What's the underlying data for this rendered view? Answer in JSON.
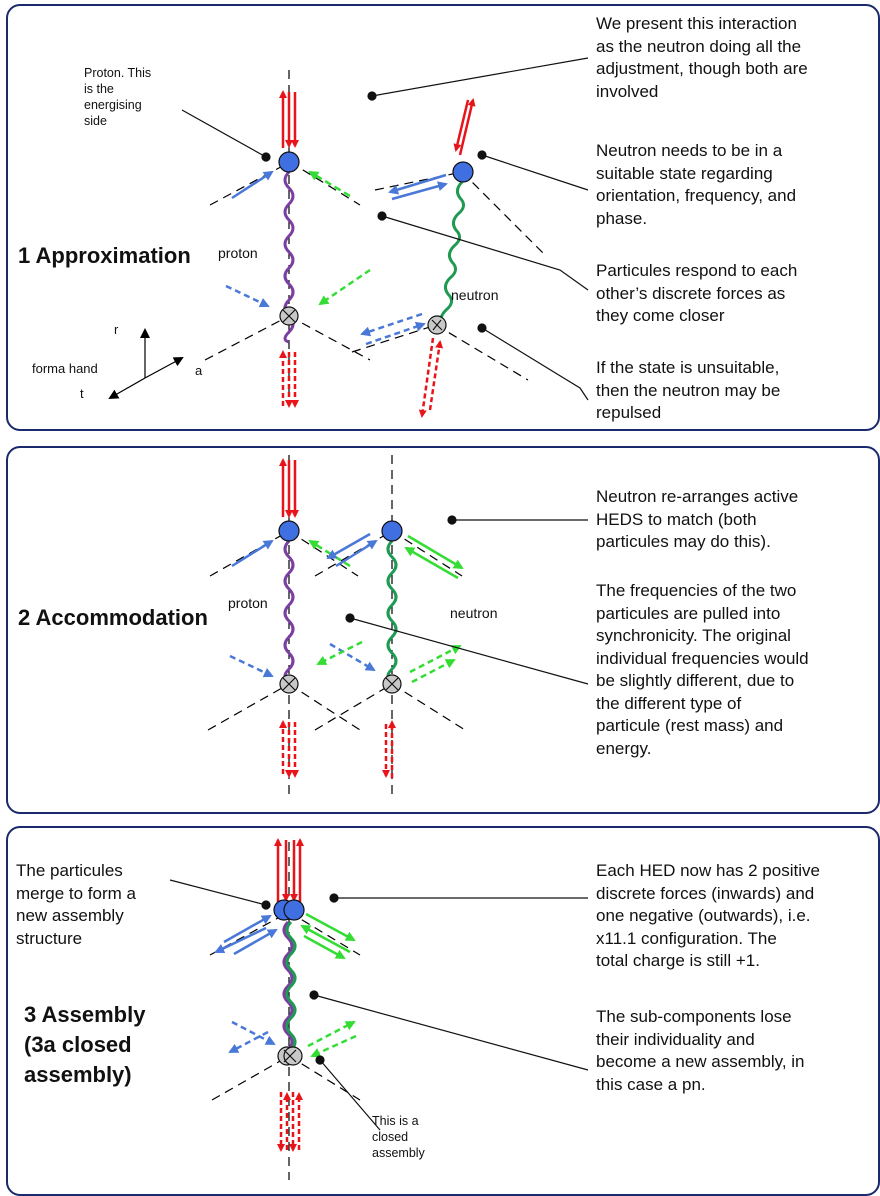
{
  "panel1": {
    "title": "1 Approximation",
    "proton_note": [
      "Proton. This",
      "is the",
      "energising",
      "side"
    ],
    "label_proton": "proton",
    "label_neutron": "neutron",
    "notes": [
      [
        "We present this interaction",
        "as the neutron doing all the",
        "adjustment, though both are",
        "involved"
      ],
      [
        "Neutron needs to be in a",
        "suitable state regarding",
        "orientation, frequency, and",
        "phase."
      ],
      [
        "Particules respond to each",
        "other’s discrete forces as",
        "they come closer"
      ],
      [
        "If the state is unsuitable,",
        "then the neutron may be",
        "repulsed"
      ]
    ],
    "axes": {
      "r": "r",
      "a": "a",
      "t": "t",
      "hand": "forma hand"
    }
  },
  "panel2": {
    "title": "2 Accommodation",
    "label_proton": "proton",
    "label_neutron": "neutron",
    "notes": [
      [
        "Neutron re-arranges active",
        "HEDS to match (both",
        "particules may do this)."
      ],
      [
        "The frequencies of the two",
        "particules are pulled into",
        "synchronicity. The original",
        "individual frequencies would",
        "be slightly different, due to",
        "the different type of",
        "particule (rest mass) and",
        "energy."
      ]
    ]
  },
  "panel3": {
    "title_lines": [
      "3 Assembly",
      "(3a closed",
      "assembly)"
    ],
    "left_note": [
      "The particules",
      "merge to form a",
      "new assembly",
      "structure"
    ],
    "closed_note": [
      "This is a",
      "closed",
      "assembly"
    ],
    "notes": [
      [
        "Each HED now has 2 positive",
        "discrete forces (inwards) and",
        "one negative (outwards), i.e.",
        "x11.1 configuration. The",
        "total charge is still +1."
      ],
      [
        "The sub-components lose",
        "their individuality and",
        "become a new assembly, in",
        "this case a pn."
      ]
    ]
  },
  "colors": {
    "frame": "#1a2a6c",
    "red": "#e8141a",
    "blue": "#4a78d8",
    "green": "#33dd33",
    "proton_wave": "#7a3fa0",
    "neutron_wave": "#1f9a52",
    "node_fill": "#3f6fe0",
    "gray_node": "#c8c8c8"
  }
}
